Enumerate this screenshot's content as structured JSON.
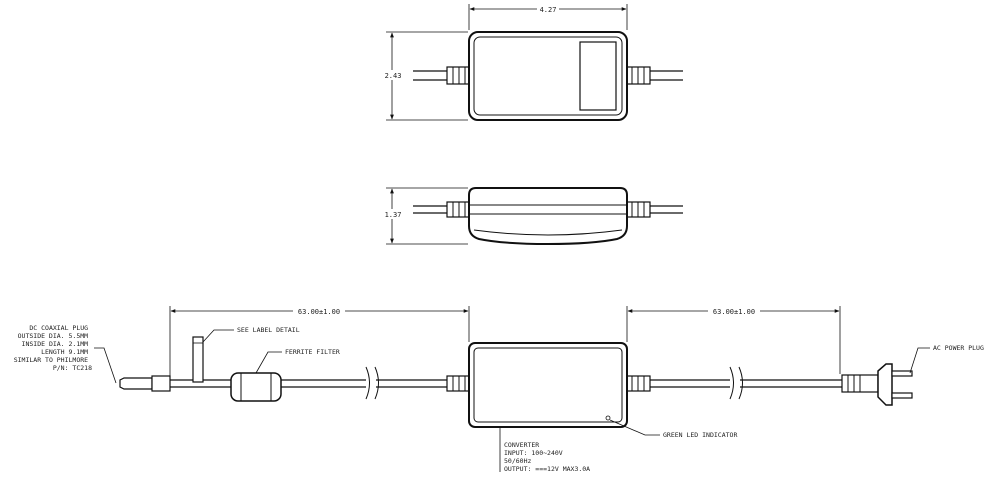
{
  "top_view": {
    "width_dim": "4.27",
    "height_dim": "2.43"
  },
  "side_view": {
    "height_dim": "1.37"
  },
  "assembly": {
    "left_cord_dim": "63.00±1.00",
    "right_cord_dim": "63.00±1.00",
    "dc_plug": {
      "lines": [
        "DC COAXIAL PLUG",
        "OUTSIDE DIA. 5.5MM",
        "INSIDE DIA. 2.1MM",
        "LENGTH 9.1MM",
        "SIMILAR TO PHILMORE",
        "P/N: TC218"
      ]
    },
    "size_label": "SEE LABEL DETAIL",
    "ferrite": "FERRITE FILTER",
    "ac_plug": "AC POWER PLUG",
    "led": "GREEN LED INDICATOR",
    "converter": {
      "lines": [
        "CONVERTER",
        "INPUT: 100~240V",
        "50/60Hz",
        "OUTPUT: ===12V MAX3.0A"
      ]
    }
  }
}
